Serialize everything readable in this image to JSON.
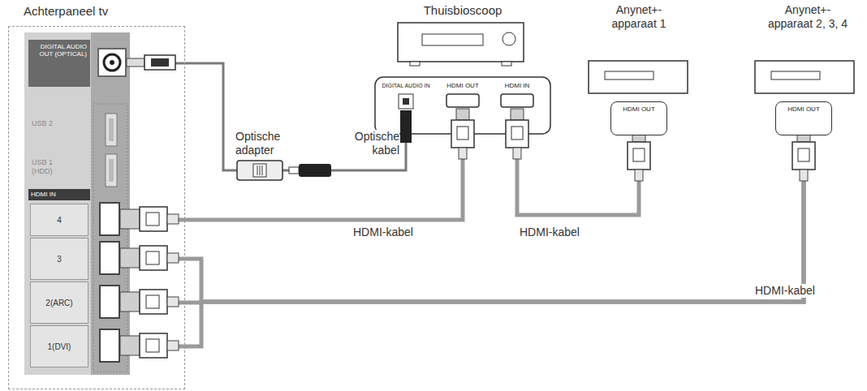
{
  "diagram": {
    "nodes": [
      {
        "text": [
          "Achterpaneel tv"
        ]
      },
      {
        "text": [
          "DIGITAL AUDIO OUT (OPTICAL)"
        ],
        "in": 0
      },
      {
        "text": [
          "USB 2"
        ],
        "in": 0
      },
      {
        "text": [
          "USB 1 (HDD)"
        ],
        "in": 0
      },
      {
        "text": [
          "HDMI IN"
        ],
        "in": 0
      },
      {
        "text": [
          "4"
        ],
        "in": 4
      },
      {
        "text": [
          "3"
        ],
        "in": 4
      },
      {
        "text": [
          "2(ARC)"
        ],
        "in": 4
      },
      {
        "text": [
          "1(DVI)"
        ],
        "in": 4
      },
      {
        "text": [
          "Thuisbioscoop"
        ]
      },
      {
        "text": [
          "DIGITAL AUDIO IN"
        ],
        "in": 9
      },
      {
        "text": [
          "HDMI OUT"
        ],
        "in": 9
      },
      {
        "text": [
          "HDMI IN"
        ],
        "in": 9
      },
      {
        "text": [
          "Anynet+- apparaat 1"
        ]
      },
      {
        "text": [
          "HDMI OUT"
        ],
        "in": 13
      },
      {
        "text": [
          "Anynet+- apparaat 2, 3, 4"
        ]
      },
      {
        "text": [
          "HDMI OUT"
        ],
        "in": 15
      }
    ],
    "edges": [
      {
        "from": 5,
        "to": 11,
        "label": "HDMI-kabel",
        "arrow": "none"
      },
      {
        "from": 12,
        "to": 14,
        "label": "HDMI-kabel",
        "arrow": "none"
      },
      {
        "from": 1,
        "to": 10,
        "label": "Optische kabel",
        "arrow": "none"
      },
      {
        "from": 16,
        "to": 6,
        "arrow": "none"
      },
      {
        "from": 16,
        "to": 7,
        "label": "HDMI-kabel",
        "arrow": "none"
      },
      {
        "from": 16,
        "to": 8,
        "arrow": "none"
      }
    ],
    "labels": [
      "Optische adapter"
    ]
  }
}
